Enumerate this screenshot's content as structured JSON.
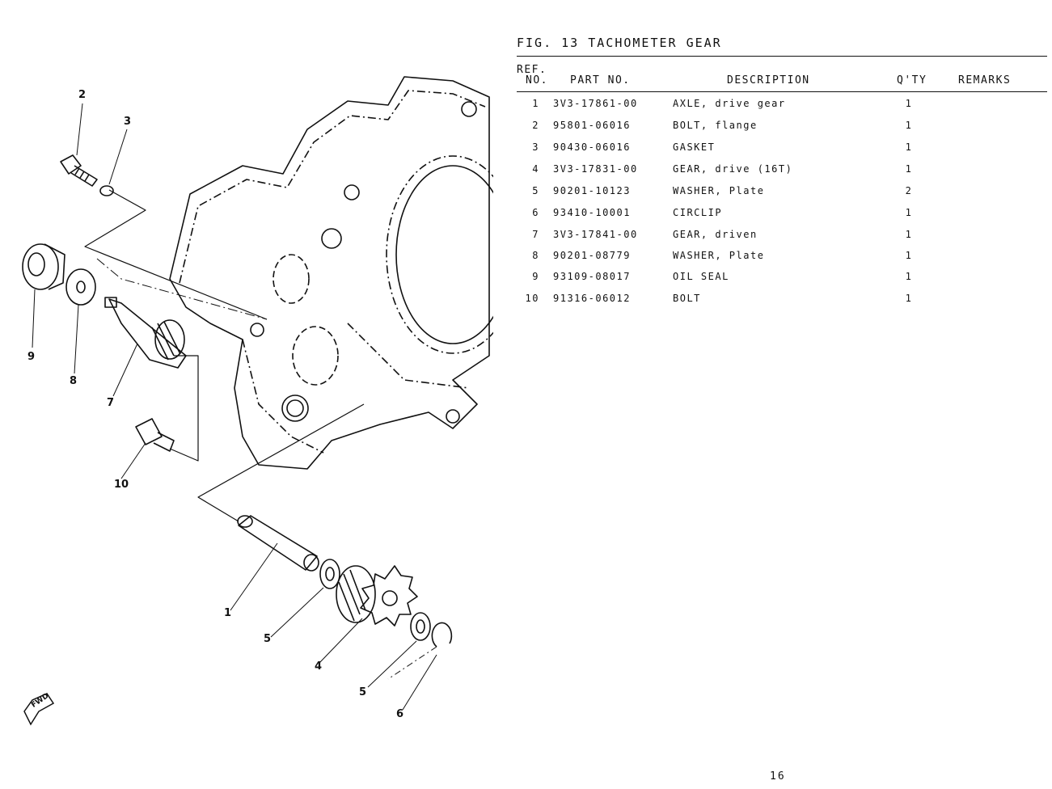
{
  "figure": {
    "title": "FIG. 13  TACHOMETER GEAR"
  },
  "table": {
    "headers": {
      "ref_no_line1": "REF.",
      "ref_no_line2": "NO.",
      "part_no": "PART NO.",
      "description": "DESCRIPTION",
      "qty": "Q'TY",
      "remarks": "REMARKS"
    },
    "rows": [
      {
        "no": "1",
        "part_no": "3V3-17861-00",
        "description": "AXLE, drive gear",
        "qty": "1",
        "remarks": ""
      },
      {
        "no": "2",
        "part_no": "95801-06016",
        "description": "BOLT, flange",
        "qty": "1",
        "remarks": ""
      },
      {
        "no": "3",
        "part_no": "90430-06016",
        "description": "GASKET",
        "qty": "1",
        "remarks": ""
      },
      {
        "no": "4",
        "part_no": "3V3-17831-00",
        "description": "GEAR, drive (16T)",
        "qty": "1",
        "remarks": ""
      },
      {
        "no": "5",
        "part_no": "90201-10123",
        "description": "WASHER, Plate",
        "qty": "2",
        "remarks": ""
      },
      {
        "no": "6",
        "part_no": "93410-10001",
        "description": "CIRCLIP",
        "qty": "1",
        "remarks": ""
      },
      {
        "no": "7",
        "part_no": "3V3-17841-00",
        "description": "GEAR, driven",
        "qty": "1",
        "remarks": ""
      },
      {
        "no": "8",
        "part_no": "90201-08779",
        "description": "WASHER, Plate",
        "qty": "1",
        "remarks": ""
      },
      {
        "no": "9",
        "part_no": "93109-08017",
        "description": "OIL SEAL",
        "qty": "1",
        "remarks": ""
      },
      {
        "no": "10",
        "part_no": "91316-06012",
        "description": "BOLT",
        "qty": "1",
        "remarks": ""
      }
    ]
  },
  "diagram": {
    "callouts": [
      "2",
      "3",
      "9",
      "8",
      "7",
      "10",
      "1",
      "5",
      "4",
      "5",
      "6"
    ],
    "fwd_label": "FWD"
  },
  "page_number": "16"
}
